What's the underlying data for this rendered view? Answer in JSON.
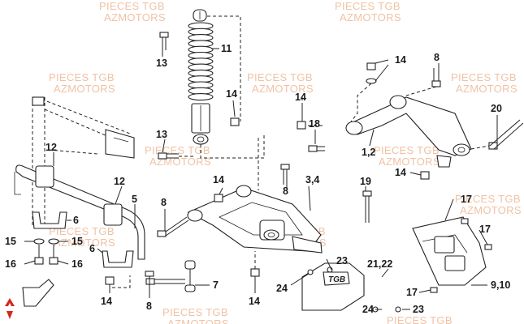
{
  "watermark": {
    "line1": "PIECES TGB",
    "line2": "AZMOTORS"
  },
  "shield_badge": "TGB",
  "callouts": {
    "c11": "11",
    "c13a": "13",
    "c13b": "13",
    "c14a": "14",
    "c14b": "14",
    "c14c": "14",
    "c14d": "14",
    "c14e": "14",
    "c14f": "14",
    "c14g": "14",
    "c8a": "8",
    "c8b": "8",
    "c8c": "8",
    "c8d": "8",
    "c18": "18",
    "c20": "20",
    "c12": "12",
    "c12b": "12",
    "c5": "5",
    "c6a": "6",
    "c6b": "6",
    "c15a": "15",
    "c15b": "15",
    "c16a": "16",
    "c16b": "16",
    "c7": "7",
    "c34": "3,4",
    "c19": "19",
    "c12p": "1,2",
    "c17a": "17",
    "c17b": "17",
    "c17c": "17",
    "c910": "9,10",
    "c23a": "23",
    "c23b": "23",
    "c2122": "21,22",
    "c24a": "24",
    "c24b": "24"
  },
  "logo": {
    "color": "#d6271f"
  }
}
